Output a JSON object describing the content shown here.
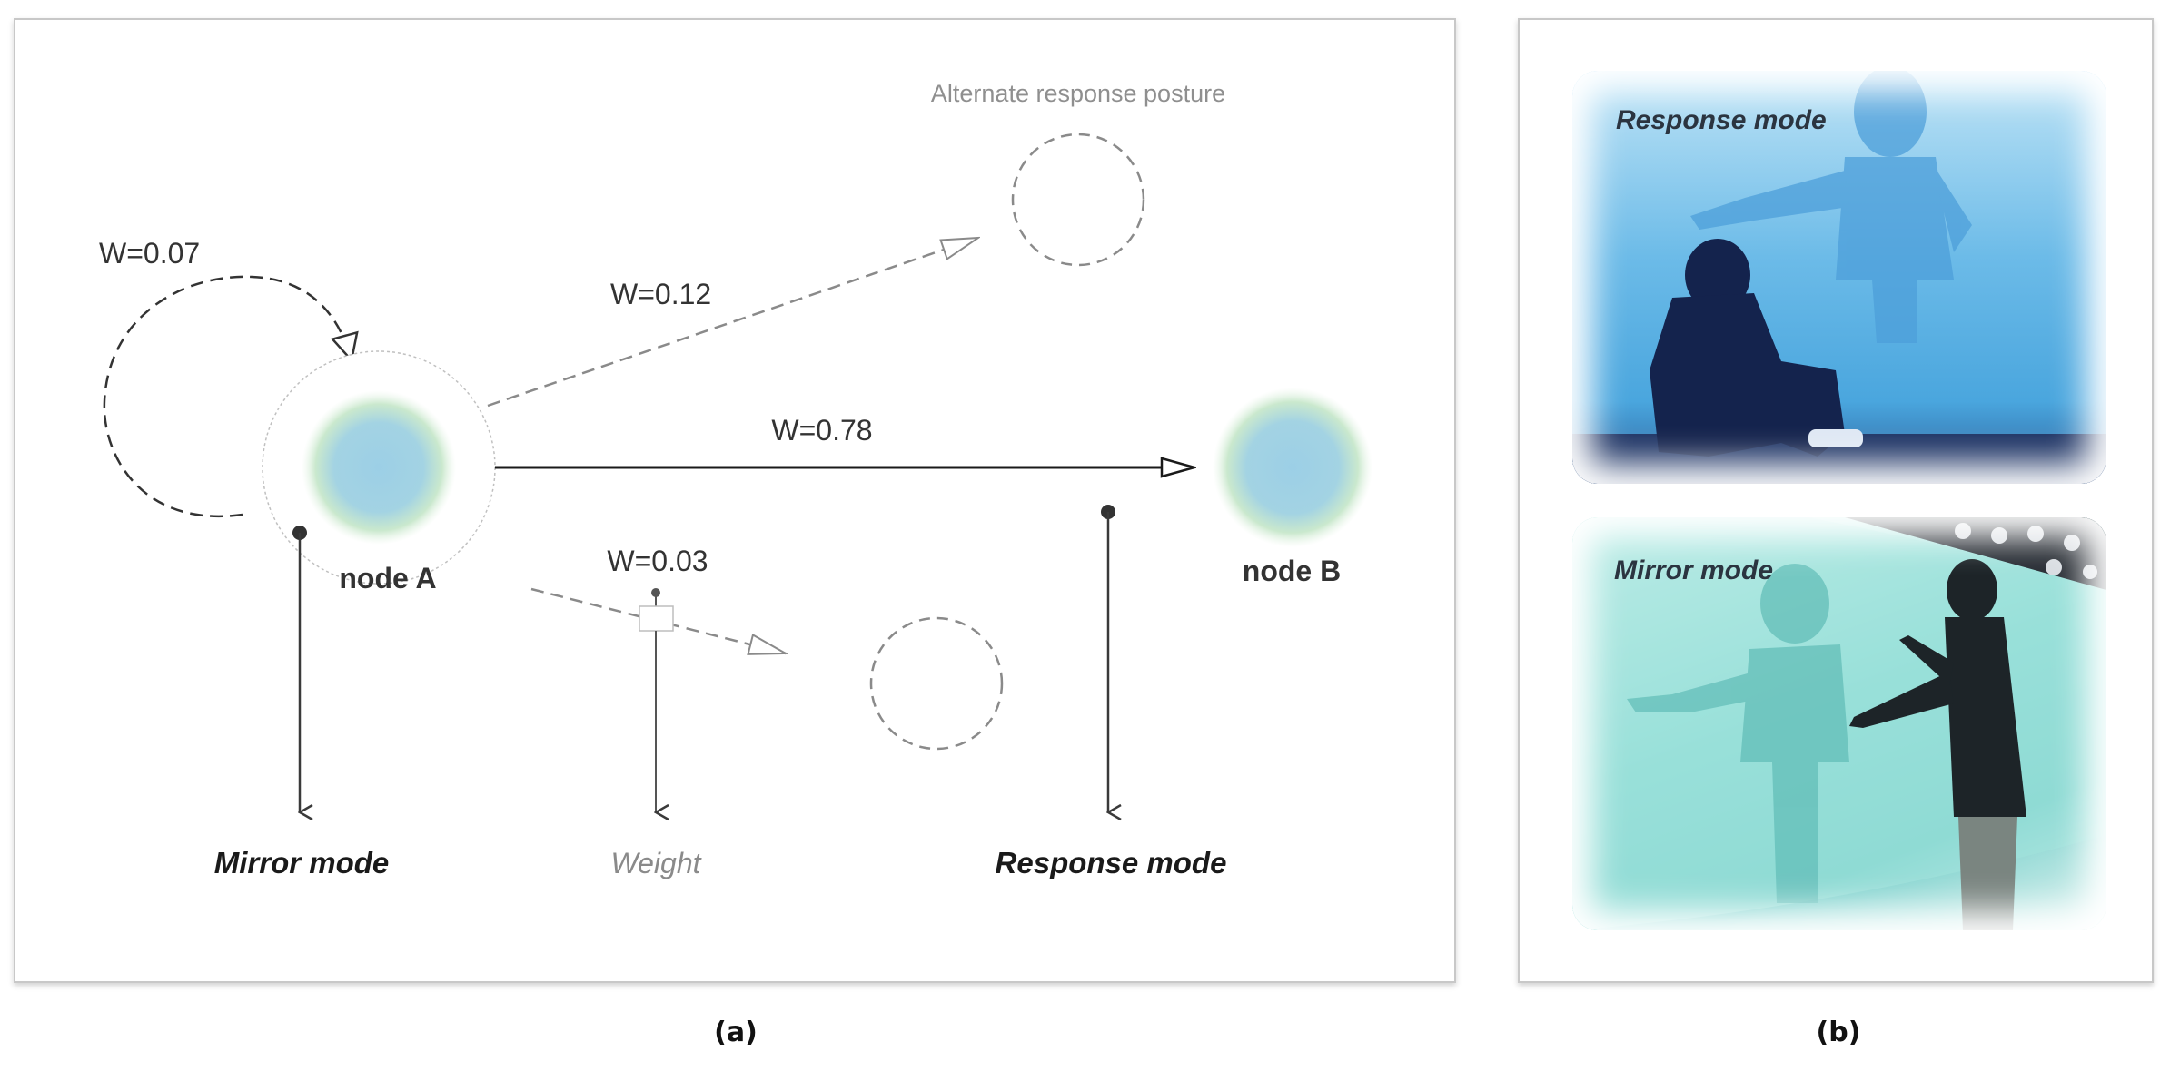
{
  "panel_a": {
    "caption": "(a)",
    "alternate_label": "Alternate response posture",
    "weights": {
      "self_loop": "W=0.07",
      "to_alternate": "W=0.12",
      "to_node_b": "W=0.78",
      "to_lower": "W=0.03"
    },
    "node_a_label": "node A",
    "node_b_label": "node B",
    "bottom_labels": {
      "mirror": "Mirror mode",
      "weight": "Weight",
      "response": "Response mode"
    },
    "colors": {
      "node_center": "#9ccfe6",
      "node_edge": "#c4e6c8",
      "strong_edge": "#1a1a1a",
      "weak_edge": "#8a8a8a"
    }
  },
  "panel_b": {
    "caption": "(b)",
    "photos": [
      {
        "label": "Response mode",
        "tint": "#6cbbe8"
      },
      {
        "label": "Mirror mode",
        "tint": "#8edcd6"
      }
    ]
  }
}
